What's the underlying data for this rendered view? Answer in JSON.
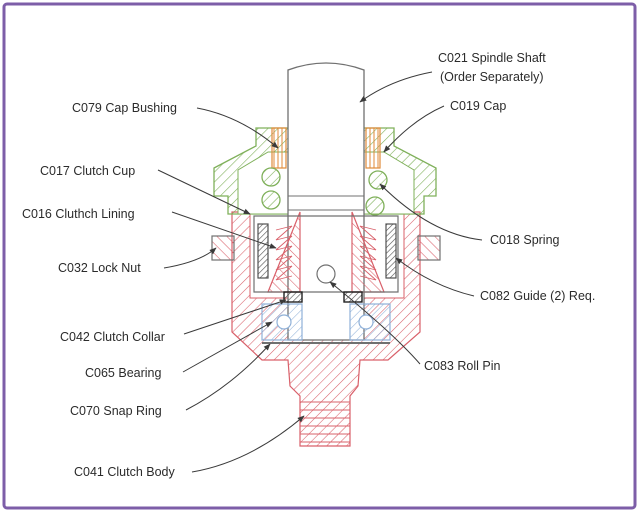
{
  "colors": {
    "frame": "#7d5ea8",
    "outline": "#707070",
    "cap_green": "#7fb05a",
    "clutch_red": "#d9606a",
    "bushing_orange": "#e08a3a",
    "guide_gray": "#505050",
    "bearing_blue": "#8fb0d8",
    "collar_dark": "#222222",
    "leader": "#3a3a3a"
  },
  "labels": {
    "spindle_shaft": "C021 Spindle Shaft",
    "spindle_shaft_note": "(Order Separately)",
    "cap_bushing": "C079 Cap Bushing",
    "cap": "C019 Cap",
    "clutch_cup": "C017 Clutch Cup",
    "clutch_lining": "C016 Cluthch Lining",
    "spring": "C018 Spring",
    "lock_nut": "C032 Lock Nut",
    "guide": "C082 Guide (2) Req.",
    "clutch_collar": "C042 Clutch Collar",
    "bearing": "C065 Bearing",
    "roll_pin": "C083 Roll Pin",
    "snap_ring": "C070 Snap Ring",
    "clutch_body": "C041 Clutch Body"
  }
}
